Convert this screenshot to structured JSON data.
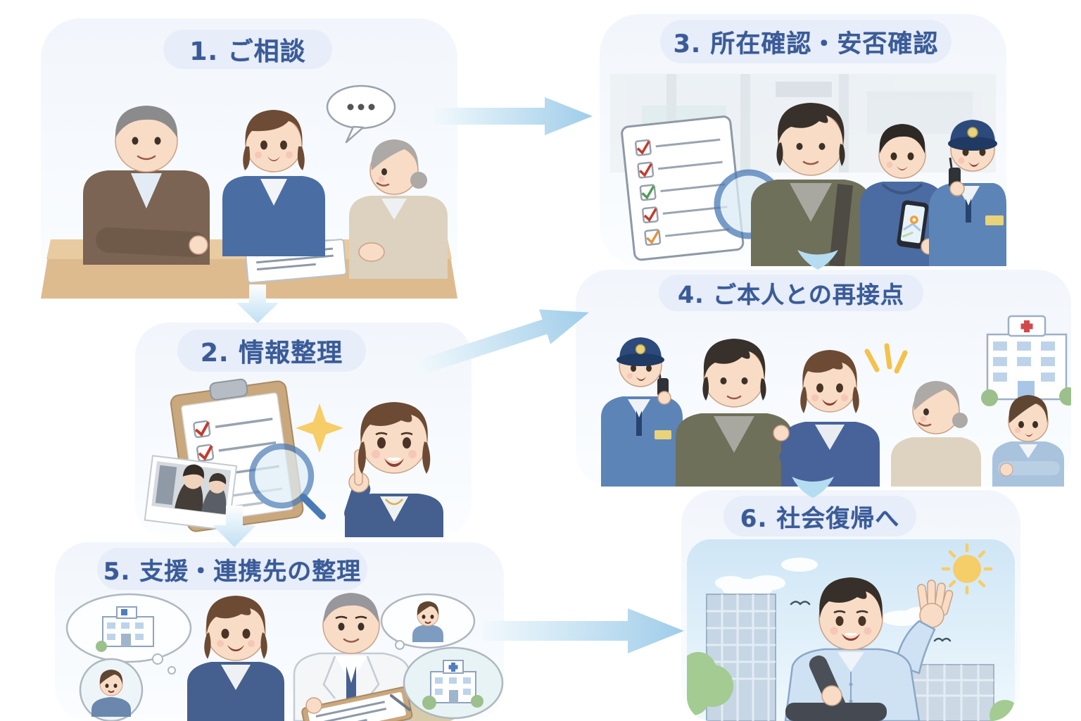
{
  "diagram": {
    "type": "flowchart",
    "language": "ja",
    "steps": [
      {
        "label": "1. ご相談"
      },
      {
        "label": "2. 情報整理"
      },
      {
        "label": "3. 所在確認・安否確認"
      },
      {
        "label": "4. ご本人との再接点"
      },
      {
        "label": "5. 支援・連携先の整理"
      },
      {
        "label": "6. 社会復帰へ"
      }
    ],
    "flow_order": [
      "1→3",
      "1→2",
      "3→4",
      "2→4",
      "2→5",
      "4→6",
      "5→6"
    ]
  },
  "icons": {
    "speech_bubble_icon": "…",
    "checklist_icon": "✓",
    "magnifier_icon": "🔍",
    "smartphone_map_icon": "📍",
    "police_radio_icon": "📻",
    "hospital_red_cross_icon": "+",
    "hospital_blue_cross_icon": "+",
    "sparkle_icon": "✦",
    "sun_icon": "☀"
  },
  "colors": {
    "label_text": "#3a5b97",
    "label_pill": "#e7eefa",
    "panel_tint": "#f2f6fc",
    "arrow_start": "#f2f9fd",
    "arrow_end": "#9fcde9",
    "chevron": "#b5dcf1",
    "accent_sparkle": "#f6cd67",
    "police_blue": "#5d84b6",
    "blazer_blue": "#45608e",
    "olive_jacket": "#6e705a",
    "red_cross": "#d2494b"
  }
}
